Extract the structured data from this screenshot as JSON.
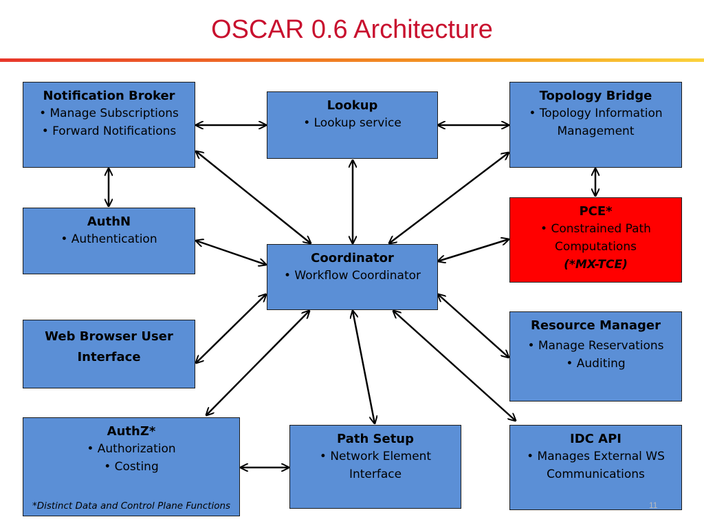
{
  "slide": {
    "title": "OSCAR 0.6 Architecture",
    "page_number": "11"
  },
  "boxes": {
    "notification_broker": {
      "title": "Notification Broker",
      "lines": [
        "• Manage Subscriptions",
        "• Forward Notifications"
      ]
    },
    "lookup": {
      "title": "Lookup",
      "lines": [
        "• Lookup service"
      ]
    },
    "topology_bridge": {
      "title": "Topology Bridge",
      "lines": [
        "• Topology Information",
        "Management"
      ]
    },
    "authn": {
      "title": "AuthN",
      "lines": [
        "• Authentication"
      ]
    },
    "coordinator": {
      "title": "Coordinator",
      "lines": [
        "• Workflow Coordinator"
      ]
    },
    "pce": {
      "title": "PCE*",
      "lines": [
        "• Constrained Path",
        "Computations"
      ],
      "note": "(*MX-TCE)"
    },
    "web_browser": {
      "title_lines": [
        "Web Browser User",
        "Interface"
      ]
    },
    "resource_manager": {
      "title": "Resource Manager",
      "lines": [
        "• Manage Reservations",
        "• Auditing"
      ]
    },
    "authz": {
      "title": "AuthZ*",
      "lines": [
        "• Authorization",
        "• Costing"
      ],
      "footnote": "*Distinct Data and Control Plane Functions"
    },
    "path_setup": {
      "title": "Path Setup",
      "lines": [
        "• Network Element",
        "Interface"
      ]
    },
    "idc_api": {
      "title": "IDC API",
      "lines": [
        "• Manages External WS",
        "Communications"
      ]
    }
  },
  "colors": {
    "box_fill": "#5b8fd6",
    "highlight_fill": "#ff0000",
    "title": "#c8102e"
  },
  "connections": [
    [
      "notification_broker",
      "lookup"
    ],
    [
      "lookup",
      "topology_bridge"
    ],
    [
      "notification_broker",
      "authn"
    ],
    [
      "topology_bridge",
      "pce"
    ],
    [
      "notification_broker",
      "coordinator"
    ],
    [
      "lookup",
      "coordinator"
    ],
    [
      "topology_bridge",
      "coordinator"
    ],
    [
      "authn",
      "coordinator"
    ],
    [
      "pce",
      "coordinator"
    ],
    [
      "web_browser",
      "coordinator"
    ],
    [
      "authz",
      "coordinator"
    ],
    [
      "path_setup",
      "coordinator"
    ],
    [
      "resource_manager",
      "coordinator"
    ],
    [
      "idc_api",
      "coordinator"
    ],
    [
      "authz",
      "path_setup"
    ]
  ]
}
